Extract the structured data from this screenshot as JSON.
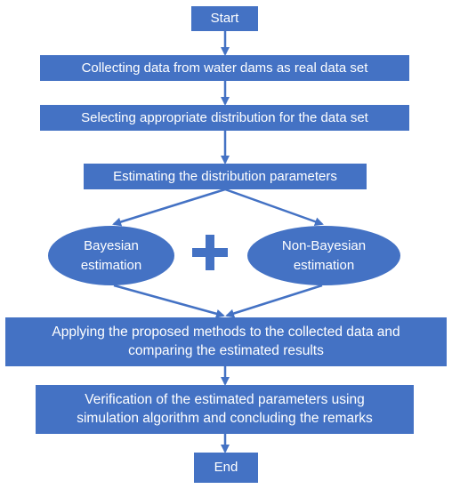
{
  "flowchart": {
    "start": "Start",
    "collect": "Collecting data from water dams as real data set",
    "select": "Selecting appropriate distribution for the data set",
    "estimate": "Estimating the distribution parameters",
    "bayesian_line1": "Bayesian",
    "bayesian_line2": "estimation",
    "nonbayesian_line1": "Non-Bayesian",
    "nonbayesian_line2": "estimation",
    "apply_line1": "Applying the proposed methods to the collected data and",
    "apply_line2": "comparing the estimated results",
    "verify_line1": "Verification of the estimated parameters using",
    "verify_line2": "simulation algorithm and concluding the remarks",
    "end": "End"
  },
  "colors": {
    "node_fill": "#4472c4",
    "arrow": "#4472c4",
    "text": "#ffffff"
  }
}
